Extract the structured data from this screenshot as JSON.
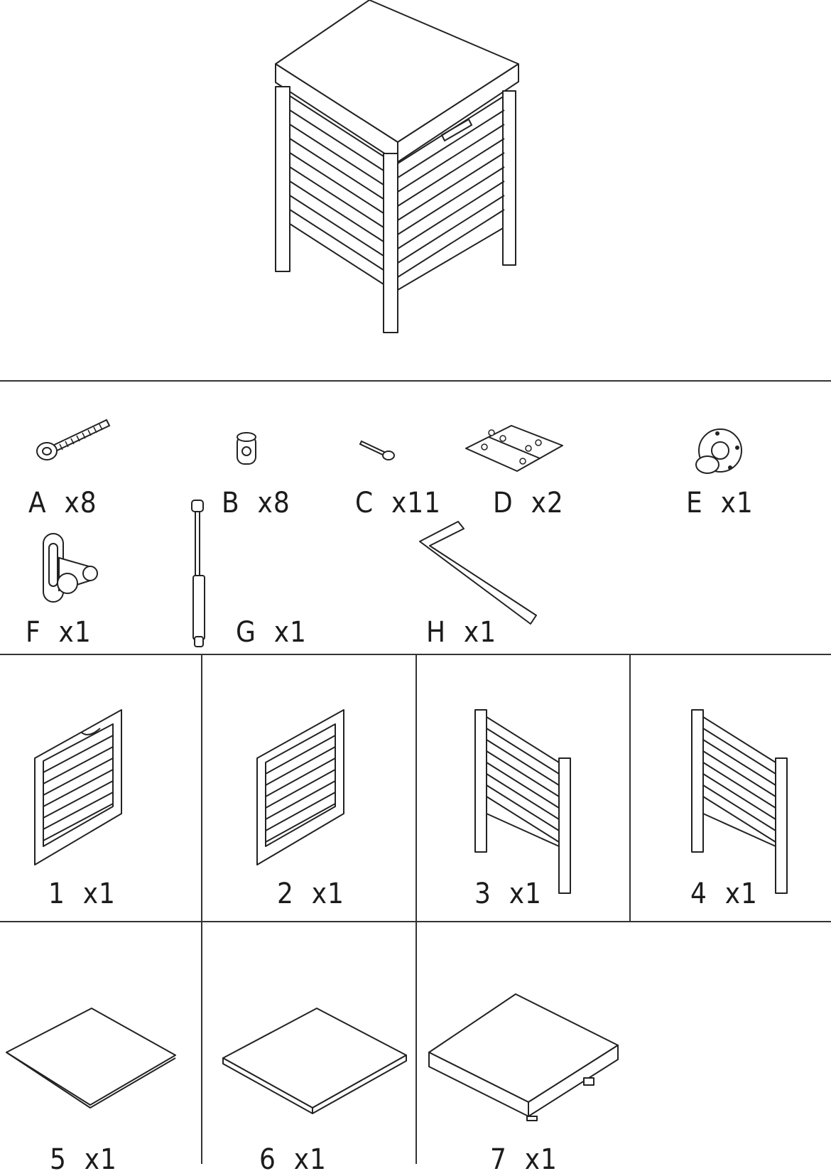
{
  "hardware": [
    {
      "label": "A  x8",
      "icon": "bolt-icon"
    },
    {
      "label": "B  x8",
      "icon": "barrel-nut-icon"
    },
    {
      "label": "C  x11",
      "icon": "screw-icon"
    },
    {
      "label": "D  x2",
      "icon": "hinge-icon"
    },
    {
      "label": "E  x1",
      "icon": "wall-hook-icon"
    },
    {
      "label": "F  x1",
      "icon": "hasp-icon"
    },
    {
      "label": "G  x1",
      "icon": "gas-spring-icon"
    },
    {
      "label": "H  x1",
      "icon": "allen-key-icon"
    }
  ],
  "panels": [
    {
      "label": "1  x1",
      "icon": "panel-1-icon"
    },
    {
      "label": "2  x1",
      "icon": "panel-2-icon"
    },
    {
      "label": "3  x1",
      "icon": "panel-3-icon"
    },
    {
      "label": "4  x1",
      "icon": "panel-4-icon"
    },
    {
      "label": "5  x1",
      "icon": "bottom-board-icon"
    },
    {
      "label": "6  x1",
      "icon": "middle-board-icon"
    },
    {
      "label": "7  x1",
      "icon": "lid-icon"
    }
  ]
}
